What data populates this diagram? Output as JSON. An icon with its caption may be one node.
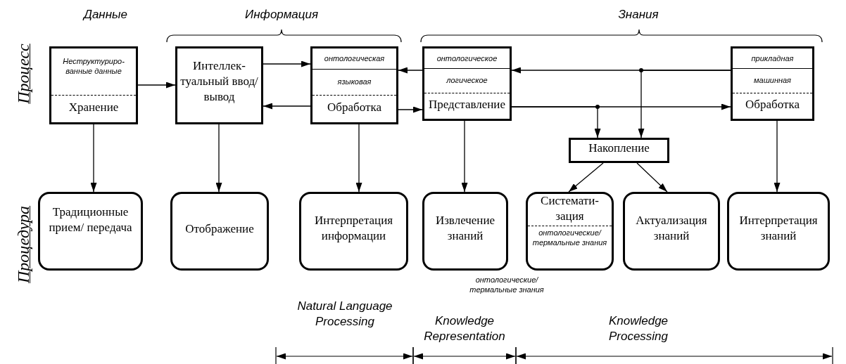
{
  "diagram": {
    "nodes": [
      {
        "text": [
          "Неструктуриро- ванные данные",
          "Хранение"
        ]
      },
      {
        "text": [
          "Интеллек- туальный ввод/вывод"
        ]
      },
      {
        "text": [
          "онтологическая",
          "языковая",
          "Обработка"
        ]
      },
      {
        "text": [
          "онтологическое",
          "логическое",
          "Представление"
        ]
      },
      {
        "text": [
          "прикладная",
          "машинная",
          "Обработка"
        ]
      },
      {
        "text": [
          "Накопление"
        ]
      },
      {
        "text": [
          "Традиционные прием/ передача"
        ]
      },
      {
        "text": [
          "Отображение"
        ]
      },
      {
        "text": [
          "Интерпретация информации"
        ]
      },
      {
        "text": [
          "Извлечение знаний"
        ]
      },
      {
        "text": [
          "Системати- зация",
          "онтологические/ термальные знания"
        ]
      },
      {
        "text": [
          "Актуализация знаний"
        ]
      },
      {
        "text": [
          "Интерпретация знаний"
        ]
      }
    ],
    "edges": [
      {
        "from": 0,
        "to": 1,
        "arrow": "to"
      },
      {
        "from": 1,
        "to": 2,
        "arrow": "to"
      },
      {
        "from": 2,
        "to": 1,
        "arrow": "to"
      },
      {
        "from": 2,
        "to": 3,
        "arrow": "to"
      },
      {
        "from": 4,
        "to": 3,
        "arrow": "to"
      },
      {
        "from": 3,
        "to": 2,
        "arrow": "to"
      },
      {
        "from": 4,
        "to": 5,
        "arrow": "to"
      },
      {
        "from": 3,
        "to": 4,
        "arrow": "to"
      },
      {
        "from": 3,
        "to": 5,
        "arrow": "to"
      },
      {
        "from": 0,
        "to": 6,
        "arrow": "to"
      },
      {
        "from": 1,
        "to": 7,
        "arrow": "to"
      },
      {
        "from": 2,
        "to": 8,
        "arrow": "to"
      },
      {
        "from": 3,
        "to": 9,
        "arrow": "to"
      },
      {
        "from": 4,
        "to": 12,
        "arrow": "to"
      },
      {
        "from": 5,
        "to": 10,
        "arrow": "to"
      },
      {
        "from": 5,
        "to": 11,
        "arrow": "to"
      }
    ],
    "labels": [
      "Данные",
      "Информация",
      "Знания",
      "Процесс",
      "Процедура",
      "онтологические/ термальные знания",
      "Natural Language Processing",
      "Knowledge Representation",
      "Knowledge Processing"
    ]
  }
}
